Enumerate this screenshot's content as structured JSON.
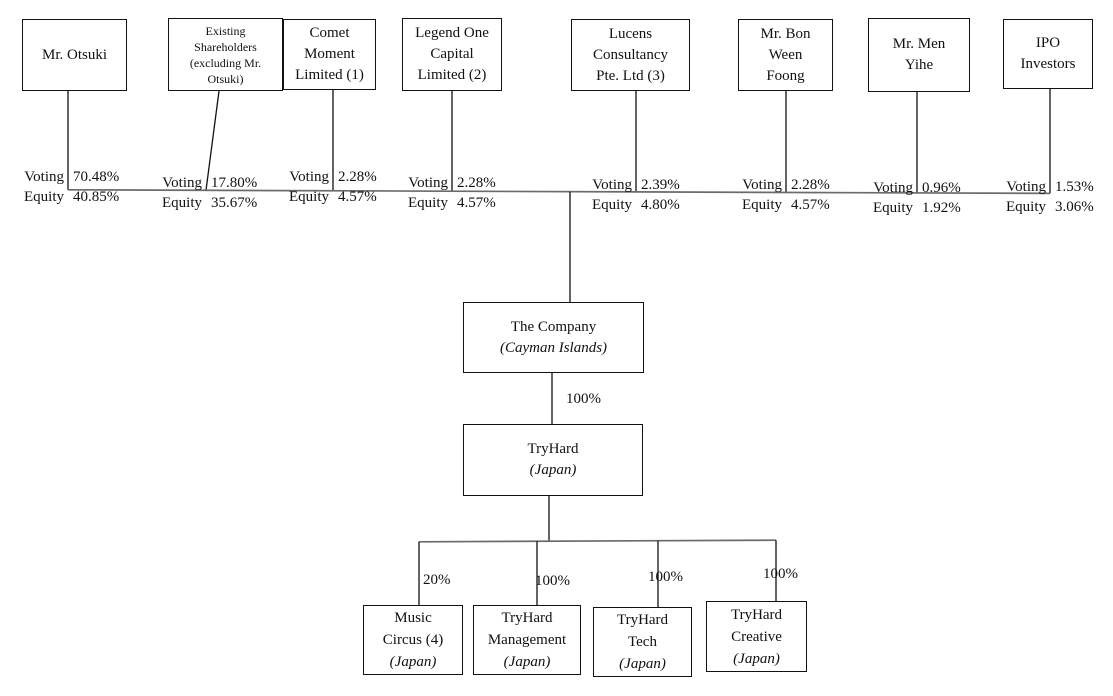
{
  "diagram": {
    "labels": {
      "voting": "Voting",
      "equity": "Equity"
    },
    "shareholders": [
      {
        "name": "Mr. Otsuki",
        "voting": "70.48%",
        "equity": "40.85%"
      },
      {
        "name": "Existing\nShareholders\n(excluding Mr.\nOtsuki)",
        "voting": "17.80%",
        "equity": "35.67%"
      },
      {
        "name": "Comet\nMoment\nLimited (1)",
        "voting": "2.28%",
        "equity": "4.57%"
      },
      {
        "name": "Legend One\nCapital\nLimited (2)",
        "voting": "2.28%",
        "equity": "4.57%"
      },
      {
        "name": "Lucens\nConsultancy\nPte. Ltd (3)",
        "voting": "2.39%",
        "equity": "4.80%"
      },
      {
        "name": "Mr. Bon\nWeen\nFoong",
        "voting": "2.28%",
        "equity": "4.57%"
      },
      {
        "name": "Mr. Men\nYihe",
        "voting": "0.96%",
        "equity": "1.92%"
      },
      {
        "name": "IPO\nInvestors",
        "voting": "1.53%",
        "equity": "3.06%"
      }
    ],
    "company": {
      "name": "The Company",
      "jurisdiction": "(Cayman Islands)"
    },
    "operating_company": {
      "name": "TryHard",
      "jurisdiction": "(Japan)",
      "ownership": "100%"
    },
    "subsidiaries": [
      {
        "name": "Music\nCircus (4)",
        "jurisdiction": "(Japan)",
        "ownership": "20%"
      },
      {
        "name": "TryHard\nManagement",
        "jurisdiction": "(Japan)",
        "ownership": "100%"
      },
      {
        "name": "TryHard\nTech",
        "jurisdiction": "(Japan)",
        "ownership": "100%"
      },
      {
        "name": "TryHard\nCreative",
        "jurisdiction": "(Japan)",
        "ownership": "100%"
      }
    ],
    "line_color": "#111111",
    "bus_line_color": "#6b6b6b"
  }
}
